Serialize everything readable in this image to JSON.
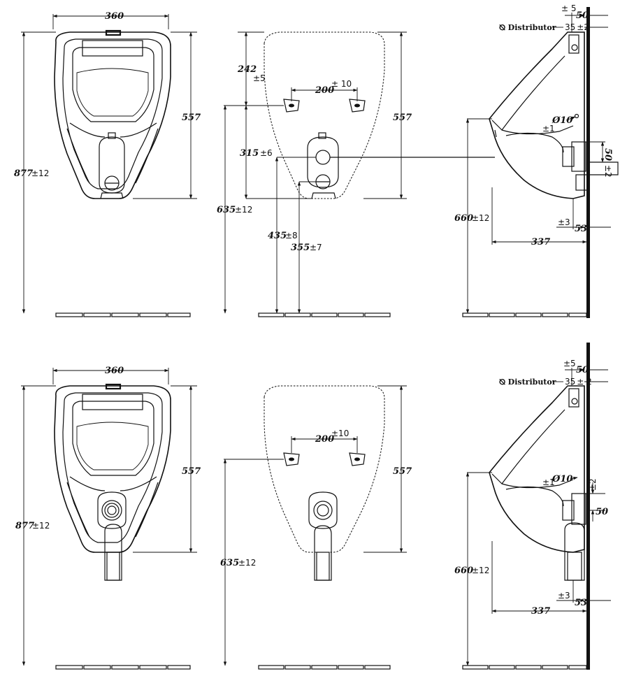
{
  "views": {
    "top_front": {
      "width_label": "360",
      "height_label": "557",
      "total_label": "877",
      "total_tol": "±12"
    },
    "top_back": {
      "top_offset_label": "242",
      "top_offset_tol": "±5",
      "hole_spacing_label": "200",
      "hole_spacing_tol": "± 10",
      "height_label": "557",
      "outlet_label": "315",
      "outlet_tol": "±6",
      "fix_height_label": "635",
      "fix_height_tol": "±12",
      "outlet_h1_label": "435",
      "outlet_h1_tol": "±8",
      "outlet_h2_label": "355",
      "outlet_h2_tol": "±7"
    },
    "top_side": {
      "tol_top": "± 5",
      "wall_offset_label": "50",
      "distributor_label": "Distributor",
      "distributor_value": "35",
      "distributor_tol": "±2",
      "diameter_label": "Ø10",
      "diameter_tol": "±1",
      "outlet_label": "50",
      "outlet_tol": "±2",
      "rim_height_label": "660",
      "rim_height_tol": "±12",
      "bottom_tol": "±3",
      "bottom_offset_label": "53",
      "depth_label": "337"
    },
    "bottom_front": {
      "width_label": "360",
      "height_label": "557",
      "total_label": "877",
      "total_tol": " ±12"
    },
    "bottom_back": {
      "hole_spacing_label": "200",
      "hole_spacing_tol": "±10",
      "height_label": "557",
      "fix_height_label": "635",
      "fix_height_tol": "±12"
    },
    "bottom_side": {
      "tol_top": "±5",
      "wall_offset_label": "50",
      "distributor_label": "Distributor",
      "distributor_value": "35",
      "distributor_tol": "± 2",
      "diameter_label": "Ø10",
      "diameter_tol": "±1",
      "outlet_label": "50",
      "outlet_tol": "±2",
      "rim_height_label": "660",
      "rim_height_tol": "±12",
      "bottom_tol": "±3",
      "bottom_offset_label": "53",
      "depth_label": "337"
    }
  }
}
